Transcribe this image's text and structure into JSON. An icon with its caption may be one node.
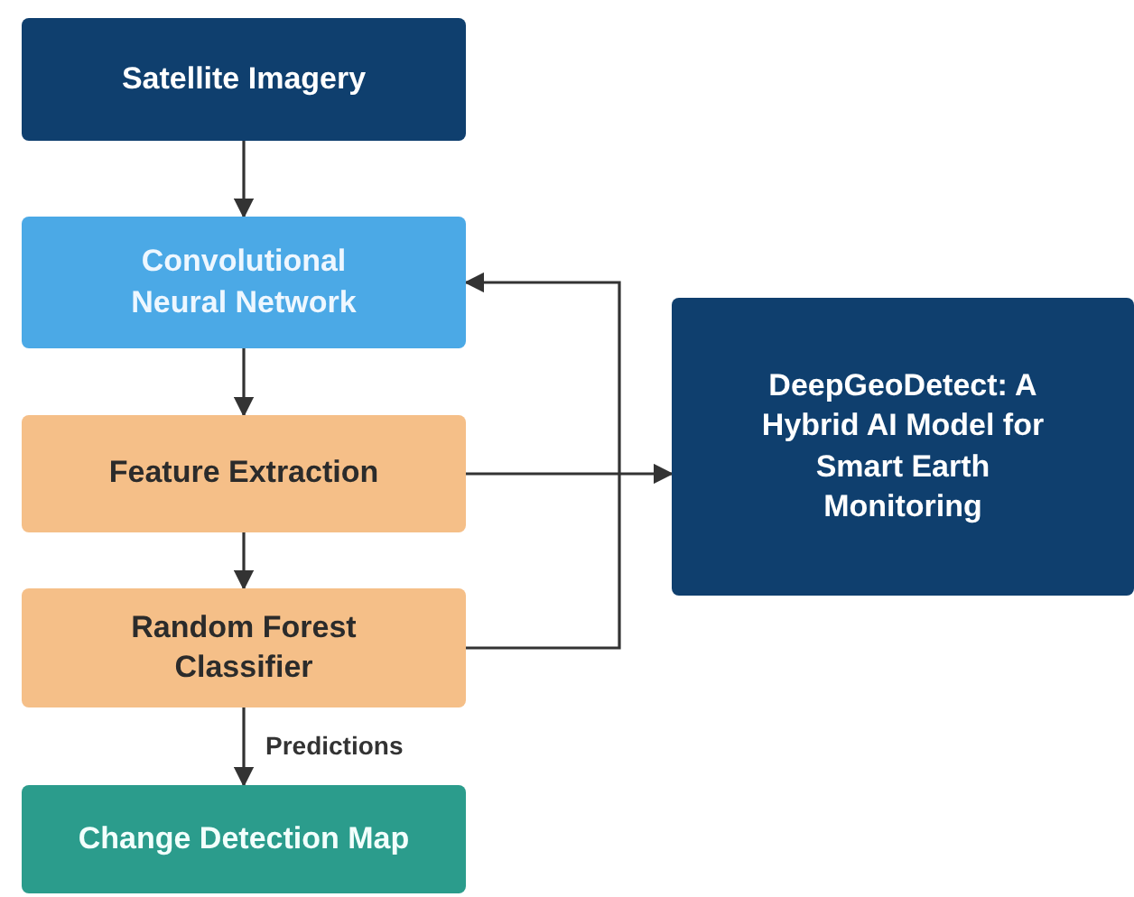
{
  "diagram": {
    "nodes": [
      {
        "text": [
          "Satellite Imagery"
        ]
      },
      {
        "text": [
          "Convolutional Neural Network"
        ]
      },
      {
        "text": [
          "Feature Extraction"
        ]
      },
      {
        "text": [
          "Random Forest Classifier"
        ]
      },
      {
        "text": [
          "Change Detection Map"
        ]
      },
      {
        "text": [
          "DeepGeoDetect: A Hybrid AI Model for Smart Earth Monitoring"
        ]
      }
    ],
    "edges": [
      {
        "from": 0,
        "to": 1,
        "arrow": "to"
      },
      {
        "from": 1,
        "to": 2,
        "arrow": "to"
      },
      {
        "from": 2,
        "to": 3,
        "arrow": "to"
      },
      {
        "from": 3,
        "to": 4,
        "label": "Predictions",
        "arrow": "to"
      },
      {
        "from": 2,
        "to": 5,
        "arrow": "to"
      },
      {
        "from": 3,
        "to": 1,
        "arrow": "to"
      }
    ]
  }
}
